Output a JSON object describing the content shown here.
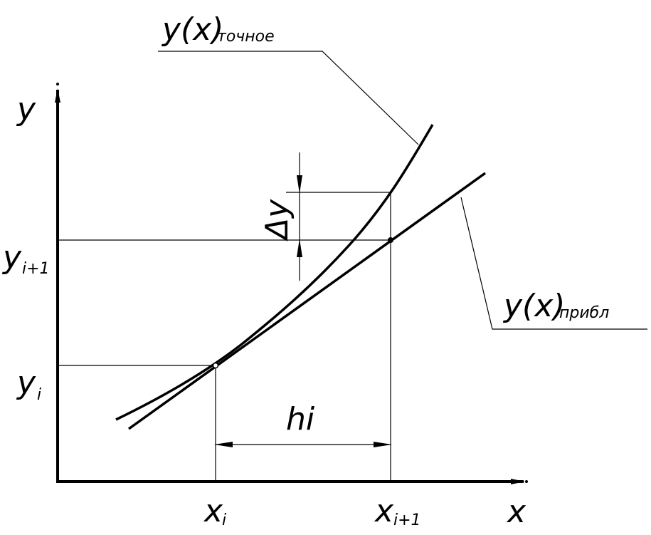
{
  "labels": {
    "y_axis": "y",
    "x_axis": "x",
    "yi": "y",
    "yi_sub": "i",
    "yi1": "y",
    "yi1_sub": "i+1",
    "xi": "x",
    "xi_sub": "i",
    "xi1": "x",
    "xi1_sub": "i+1",
    "hi": "hi",
    "dy": "Δy",
    "exact": "y(x)",
    "exact_sub": "точное",
    "approx": "y(x)",
    "approx_sub": "прибл"
  },
  "colors": {
    "ink": "#000000",
    "background": "#ffffff"
  }
}
